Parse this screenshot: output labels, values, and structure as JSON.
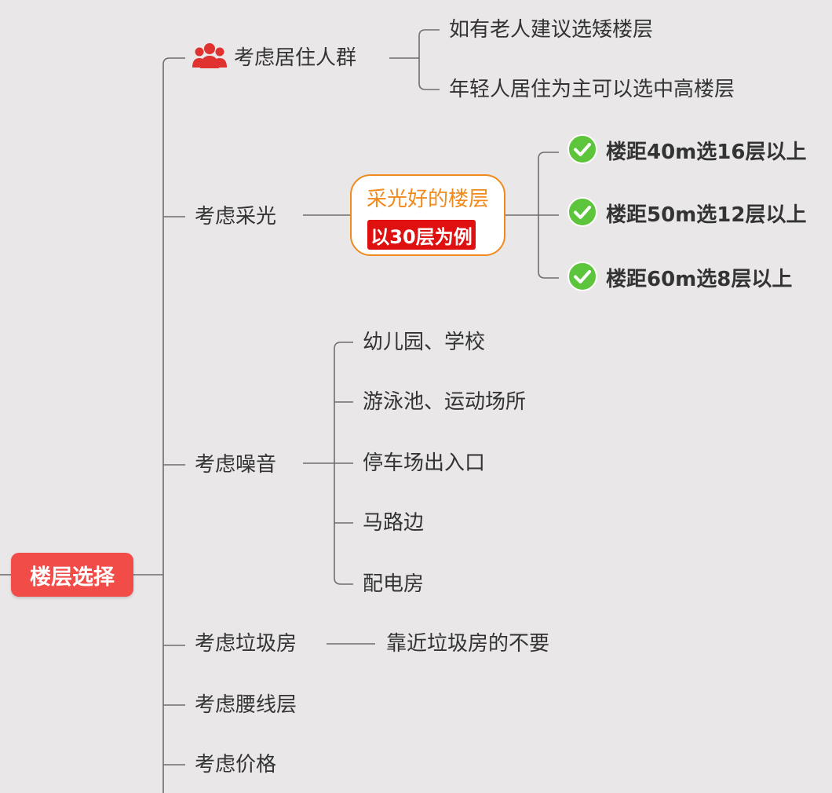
{
  "root": {
    "label": "楼层选择"
  },
  "branches": {
    "residents": {
      "label": "考虑居住人群",
      "icon": "people-icon",
      "children": [
        "如有老人建议选矮楼层",
        "年轻人居住为主可以选中高楼层"
      ]
    },
    "lighting": {
      "label": "考虑采光",
      "callout_title": "采光好的楼层",
      "callout_tag": "以30层为例",
      "children": [
        "楼距40m选16层以上",
        "楼距50m选12层以上",
        "楼距60m选8层以上"
      ]
    },
    "noise": {
      "label": "考虑噪音",
      "children": [
        "幼儿园、学校",
        "游泳池、运动场所",
        "停车场出入口",
        "马路边",
        "配电房"
      ]
    },
    "garbage": {
      "label": "考虑垃圾房",
      "child": "靠近垃圾房的不要"
    },
    "waistline": {
      "label": "考虑腰线层"
    },
    "price": {
      "label": "考虑价格"
    }
  },
  "colors": {
    "background": "#e9e7e8",
    "root_fill": "#f14c47",
    "callout_border": "#f08a1c",
    "tag_fill": "#df1010",
    "check_fill": "#5cc53b",
    "icon_red": "#e0322e"
  }
}
